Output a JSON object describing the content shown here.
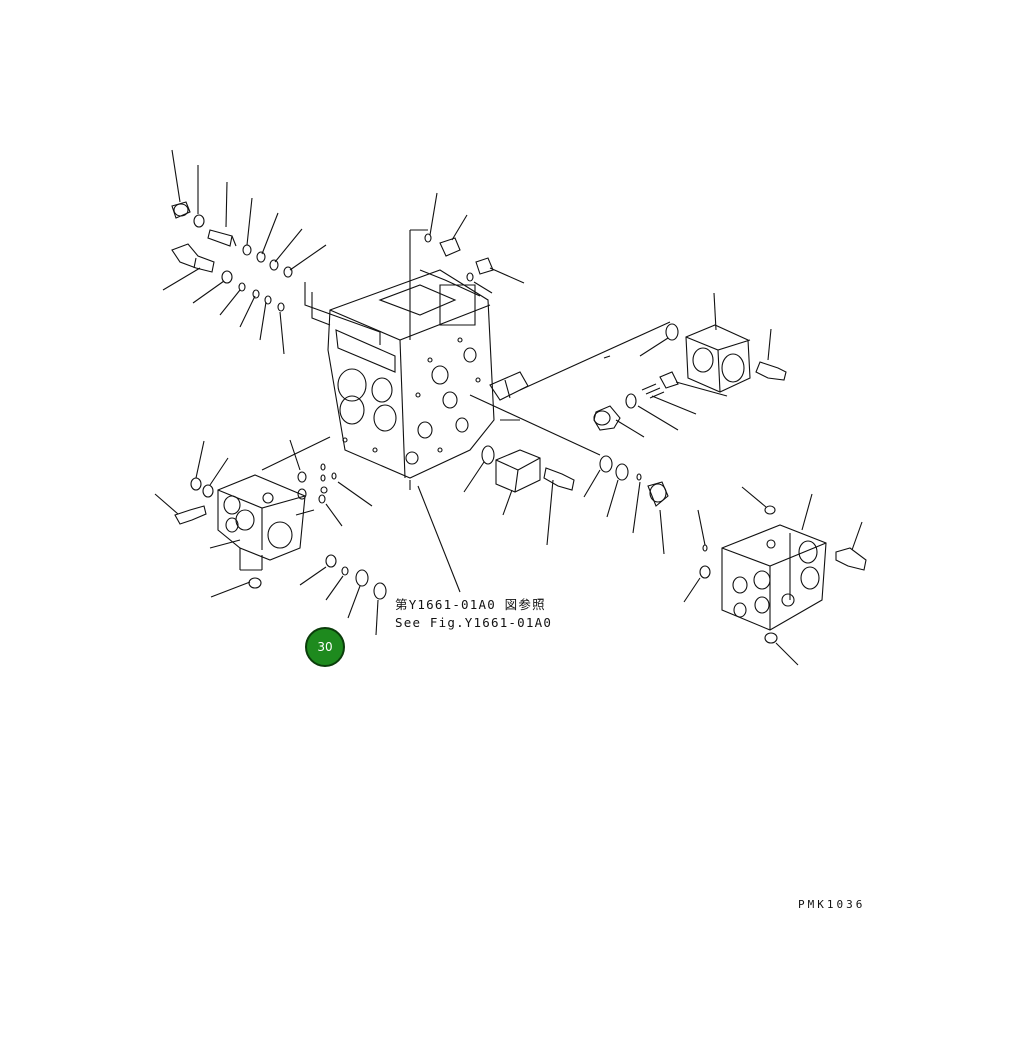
{
  "diagram": {
    "reference_note": {
      "line1": "第Y1661-01A0 図参照",
      "line2": "See Fig.Y1661-01A0"
    },
    "drawing_code": "PMK1036",
    "callout_badge": {
      "number": "30",
      "color": "#1e8a1e"
    },
    "line_color": "#111111"
  }
}
